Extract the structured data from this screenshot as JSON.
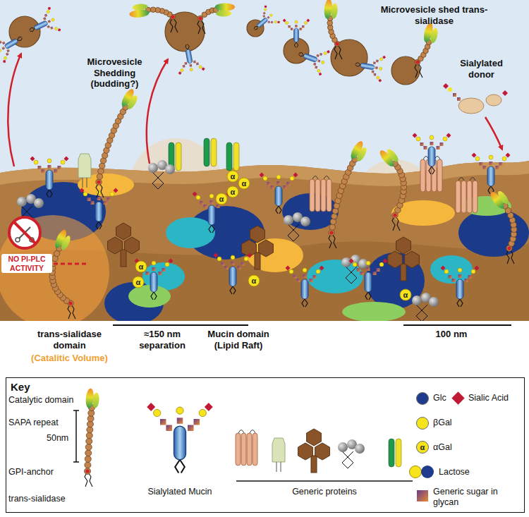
{
  "diagram": {
    "nodes": [
      {
        "text": [
          "Key"
        ]
      }
    ],
    "labels": [
      "Microvesicle Shedding (budding?)",
      "Microvesicle shed trans-sialidase",
      "Sialylated donor",
      "NO PI-PLC ACTIVITY",
      "trans-sialidase domain",
      "(Catalitic Volume)",
      "≈150 nm separation",
      "Mucin domain (Lipid Raft)",
      "100 nm",
      "Catalytic domain",
      "SAPA repeat",
      "50nm",
      "GPI-anchor",
      "trans-sialidase",
      "Sialylated Mucin",
      "Generic proteins",
      "α",
      "α",
      "α",
      "α",
      "α",
      "α",
      "α",
      "α",
      "α"
    ],
    "legend": [
      {
        "text": "Glc",
        "color": "#1f3b8c"
      },
      {
        "text": "Sialic Acid",
        "color": "#c01a36"
      },
      {
        "text": "βGal",
        "color": "#f6e51c"
      },
      {
        "text": "αGal"
      },
      {
        "text": "Lactose"
      },
      {
        "text": "Generic sugar in glycan"
      }
    ]
  }
}
